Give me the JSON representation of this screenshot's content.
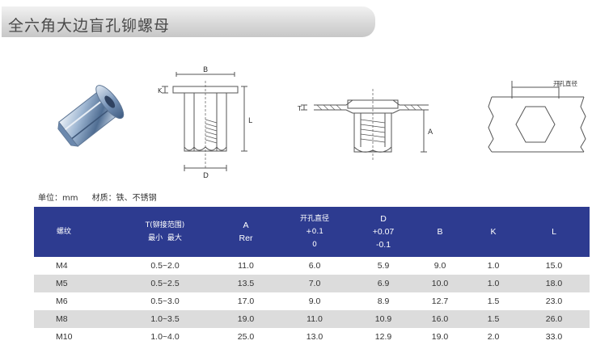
{
  "title": "全六角大边盲孔铆螺母",
  "drawing_labels": {
    "b": "B",
    "k": "K",
    "l": "L",
    "d": "D",
    "t": "T",
    "a": "A",
    "hole": "开孔直径"
  },
  "unit_line": {
    "unit": "单位：mm",
    "material": "材质：铁、不锈钢"
  },
  "table": {
    "headers": {
      "thread": "螺纹",
      "t_line1": "T(铆接范围)",
      "t_line2": "最小  最大",
      "a_line1": "A",
      "a_line2": "Rer",
      "hole_line1": "开孔直径",
      "hole_line2": "+0.1",
      "hole_line3": "0",
      "d_line1": "D",
      "d_line2": "+0.07",
      "d_line3": "-0.1",
      "b": "B",
      "k": "K",
      "l": "L"
    },
    "rows": [
      [
        "M4",
        "0.5~2.0",
        "11.0",
        "6.0",
        "5.9",
        "9.0",
        "1.0",
        "15.0"
      ],
      [
        "M5",
        "0.5~2.5",
        "13.5",
        "7.0",
        "6.9",
        "10.0",
        "1.0",
        "18.0"
      ],
      [
        "M6",
        "0.5~3.0",
        "17.0",
        "9.0",
        "8.9",
        "12.7",
        "1.5",
        "23.0"
      ],
      [
        "M8",
        "1.0~3.5",
        "19.0",
        "11.0",
        "10.9",
        "16.0",
        "1.5",
        "26.0"
      ],
      [
        "M10",
        "1.0~4.0",
        "25.0",
        "13.0",
        "12.9",
        "19.0",
        "2.0",
        "33.0"
      ]
    ]
  },
  "colors": {
    "header_bg": "#2d3b90",
    "stripe": "#dcdcdc",
    "drawing_line": "#555555",
    "nut_steel": "#8fa9c8"
  }
}
